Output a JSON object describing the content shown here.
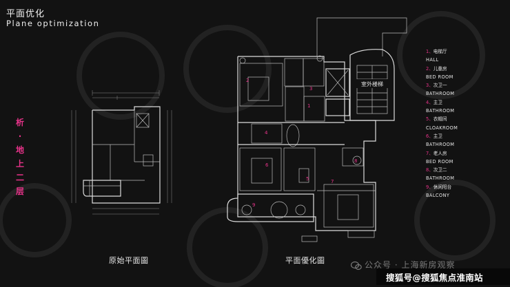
{
  "header": {
    "title_cn": "平面优化",
    "title_en": "Plane optimization"
  },
  "side_title": [
    "析",
    "·",
    "地",
    "上",
    "二",
    "层"
  ],
  "captions": {
    "original": "原始平面圖",
    "optimized": "平面優化圖"
  },
  "legend": [
    {
      "num": "1、",
      "cn": "电梯厅",
      "en": "HALL"
    },
    {
      "num": "2、",
      "cn": "儿童房",
      "en": "BED ROOM"
    },
    {
      "num": "3、",
      "cn": "次卫一",
      "en": "BATHROOM"
    },
    {
      "num": "4、",
      "cn": "主卫",
      "en": "BATHROOM"
    },
    {
      "num": "5、",
      "cn": "衣帽间",
      "en": "CLOAKROOM"
    },
    {
      "num": "6、",
      "cn": "主卫",
      "en": "BATHROOM"
    },
    {
      "num": "7、",
      "cn": "老人房",
      "en": "BED ROOM"
    },
    {
      "num": "8、",
      "cn": "次卫二",
      "en": "BATHROOM"
    },
    {
      "num": "9、",
      "cn": "休闲阳台",
      "en": "BALCONY"
    }
  ],
  "plan_labels": {
    "outdoor_stairs": "室外楼梯",
    "numbers": [
      "1",
      "2",
      "3",
      "4",
      "5",
      "6",
      "7",
      "8",
      "9"
    ]
  },
  "watermark": "公众号 · 上海新房观察",
  "footer": "搜狐号@搜狐焦点淮南站",
  "colors": {
    "background": "#121212",
    "accent": "#e8338a",
    "line": "#dcdcdc"
  }
}
